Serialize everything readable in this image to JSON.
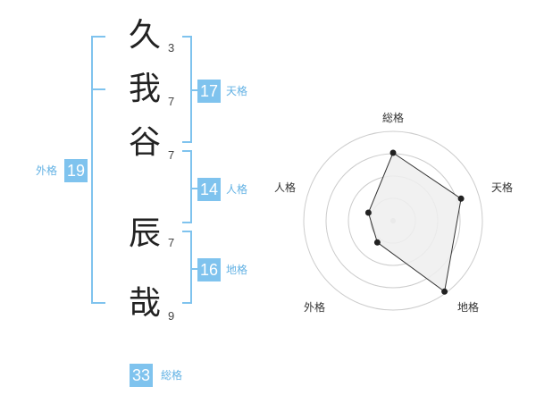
{
  "characters": [
    {
      "char": "久",
      "strokes": "3"
    },
    {
      "char": "我",
      "strokes": "7"
    },
    {
      "char": "谷",
      "strokes": "7"
    },
    {
      "char": "辰",
      "strokes": "7"
    },
    {
      "char": "哉",
      "strokes": "9"
    }
  ],
  "kakusu": {
    "tenkaku": {
      "value": "17",
      "label": "天格"
    },
    "jinkaku": {
      "value": "14",
      "label": "人格"
    },
    "chikaku": {
      "value": "16",
      "label": "地格"
    },
    "gaikaku": {
      "value": "19",
      "label": "外格"
    },
    "soukaku": {
      "value": "33",
      "label": "総格"
    }
  },
  "colors": {
    "accent": "#7fc3ee",
    "accent_text": "#63b2e4",
    "bracket": "#7fc3ee",
    "radar_fill": "#eeeeee",
    "radar_line": "#333333"
  },
  "chart_data": {
    "type": "radar",
    "axes": [
      "総格",
      "天格",
      "地格",
      "外格",
      "人格"
    ],
    "ring_count": 4,
    "values": [
      0.76,
      0.8,
      0.98,
      0.3,
      0.29
    ],
    "value_scale": "fraction of outer ring"
  }
}
